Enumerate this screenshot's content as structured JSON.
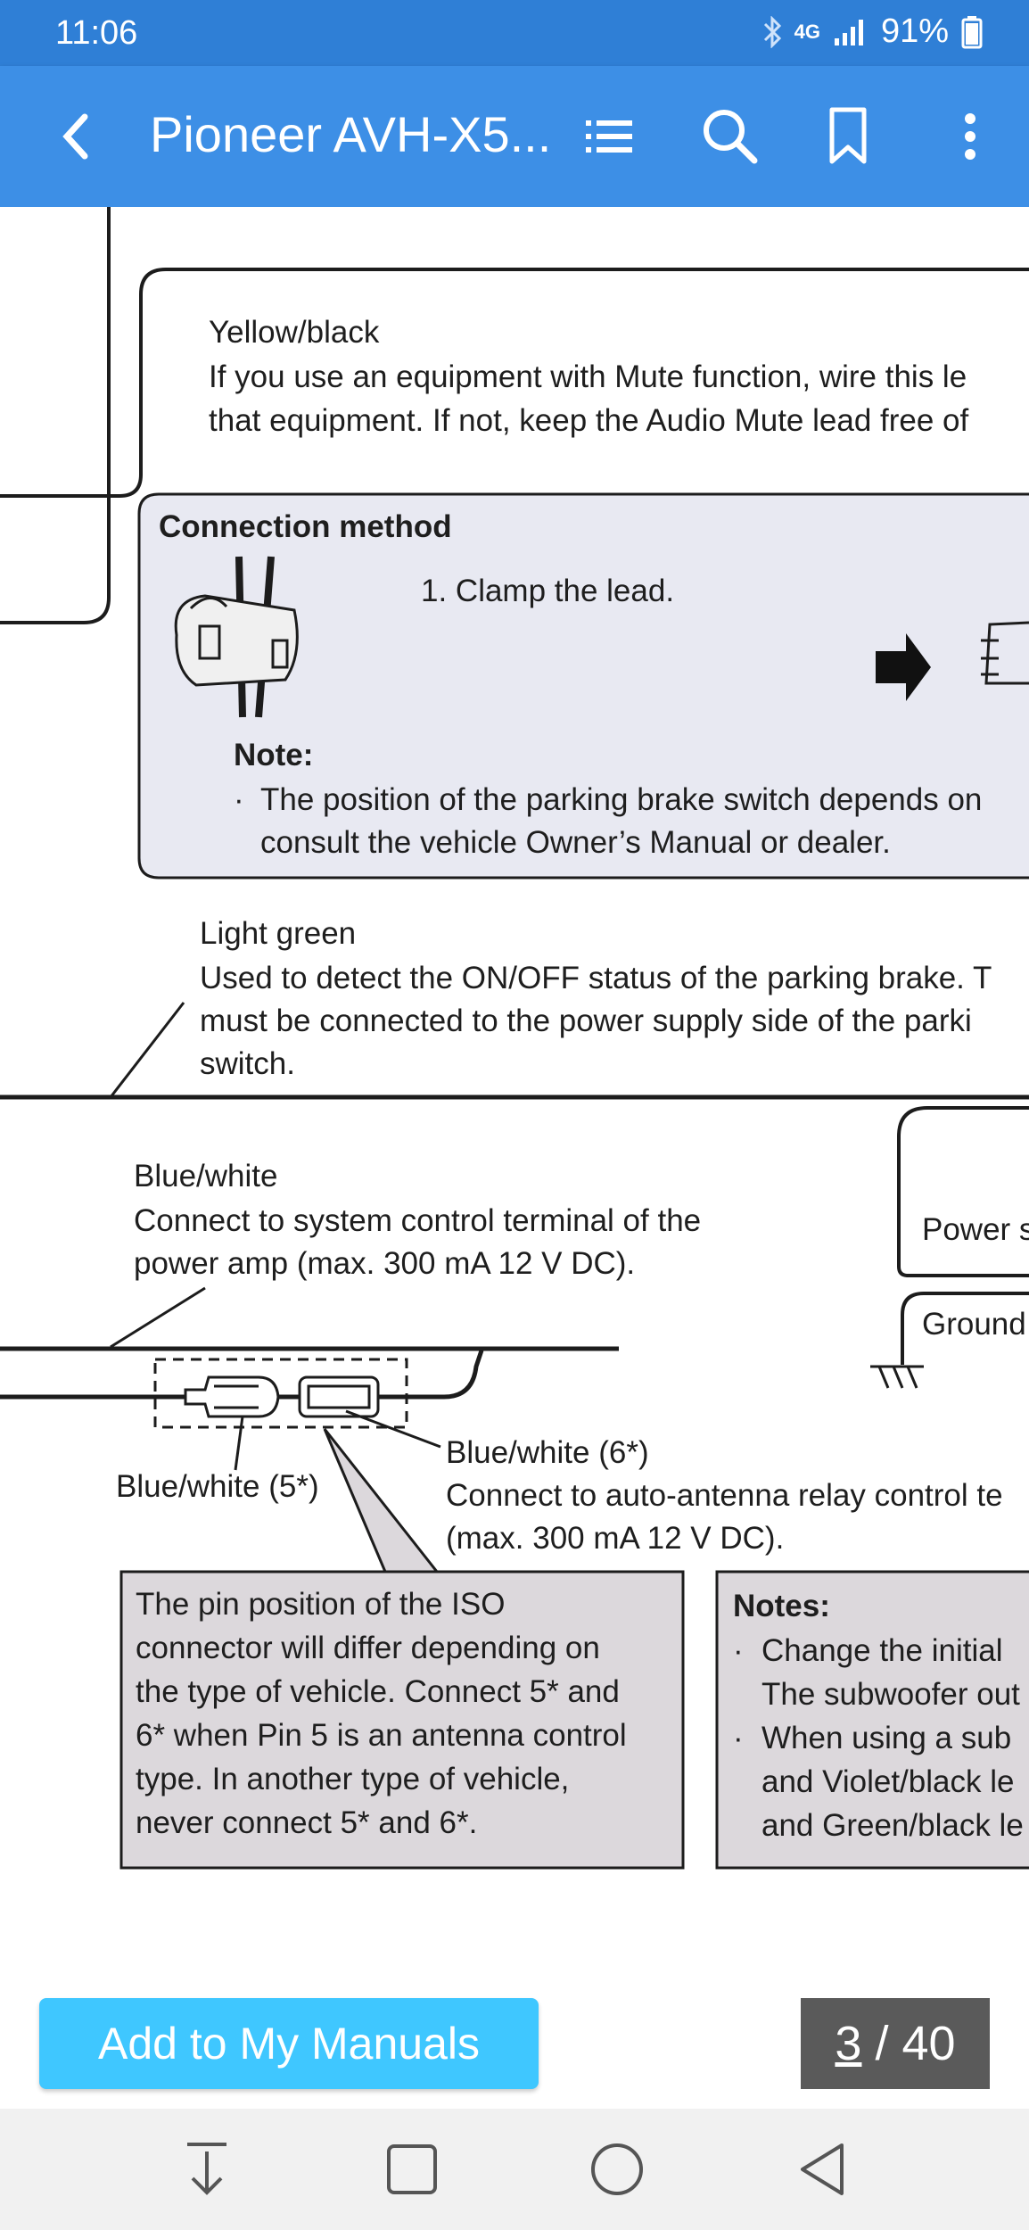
{
  "status_bar": {
    "time": "11:06",
    "network": "4G",
    "battery": "91%"
  },
  "app_bar": {
    "title": "Pioneer AVH-X5...",
    "icons": [
      "back-arrow-icon",
      "list-icon",
      "search-icon",
      "bookmark-icon",
      "more-vertical-icon"
    ]
  },
  "document": {
    "yellow_black": {
      "title": "Yellow/black",
      "lines": [
        "If you use an equipment with Mute function, wire this le",
        "that equipment. If not, keep the Audio Mute lead free of"
      ]
    },
    "connection_method": {
      "heading": "Connection method",
      "step": "1. Clamp the lead.",
      "note_heading": "Note:",
      "note_lines": [
        "The position of the parking brake switch depends on",
        "consult the vehicle Owner’s Manual or dealer."
      ]
    },
    "light_green": {
      "title": "Light green",
      "lines": [
        "Used to detect the ON/OFF status of the parking brake. T",
        "must be connected to the power supply side of the parki",
        "switch."
      ]
    },
    "blue_white": {
      "title": "Blue/white",
      "lines": [
        "Connect to system control terminal of the",
        "power amp (max. 300 mA 12 V DC)."
      ]
    },
    "power_label": "Power s",
    "ground_label": "Ground",
    "blue_white_5": "Blue/white (5*)",
    "blue_white_6": {
      "title": "Blue/white (6*)",
      "lines": [
        "Connect to auto-antenna relay control te",
        "(max. 300 mA 12 V DC)."
      ]
    },
    "iso_note": {
      "lines": [
        "The pin position of the ISO",
        "connector will differ depending on",
        "the type of vehicle. Connect 5* and",
        "6* when Pin 5 is an antenna control",
        "type. In another type of vehicle,",
        "never connect 5* and 6*."
      ]
    },
    "notes": {
      "heading": "Notes:",
      "lines": [
        "Change the initial",
        "The subwoofer out",
        "When using a sub",
        "and Violet/black le",
        "and Green/black le"
      ]
    }
  },
  "footer": {
    "add_button": "Add to My Manuals",
    "page_current": "3",
    "page_total": "40"
  },
  "colors": {
    "status_bar": "#2f7fd6",
    "app_bar": "#3d8fe6",
    "add_button": "#3fc7ff",
    "page_indicator": "#5a5a5a",
    "connection_box": "#e8e9f2",
    "callout_box": "#dcd8dc"
  }
}
